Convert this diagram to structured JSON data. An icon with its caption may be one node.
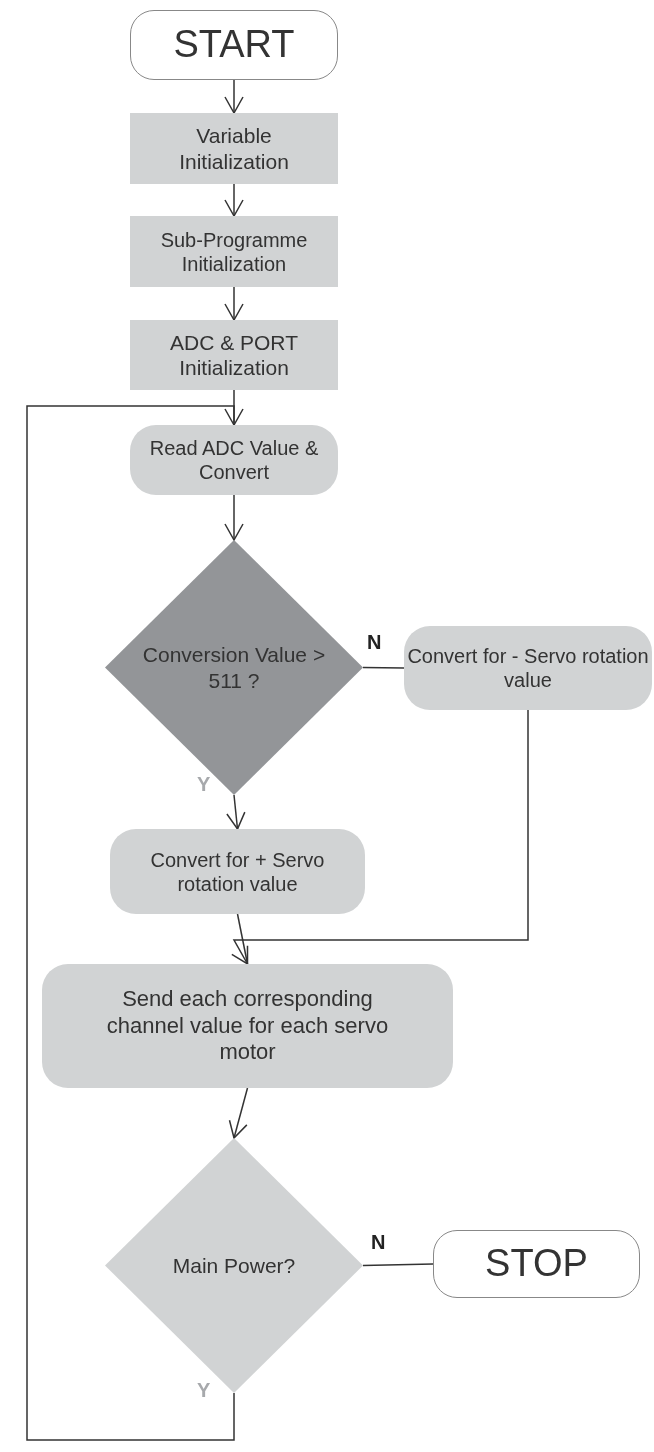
{
  "diagram": {
    "nodes": [
      {
        "text": [
          "START"
        ]
      },
      {
        "text": [
          "Variable Initialization"
        ]
      },
      {
        "text": [
          "Sub-Programme Initialization"
        ]
      },
      {
        "text": [
          "ADC & PORT Initialization"
        ]
      },
      {
        "text": [
          "Read ADC Value & Convert"
        ]
      },
      {
        "text": [
          "Conversion Value > 511 ?"
        ]
      },
      {
        "text": [
          "Convert for - Servo rotation value"
        ]
      },
      {
        "text": [
          "Convert for + Servo rotation value"
        ]
      },
      {
        "text": [
          "Send each corresponding channel value for each servo motor"
        ]
      },
      {
        "text": [
          "Main Power?"
        ]
      },
      {
        "text": [
          "STOP"
        ]
      }
    ],
    "edges": [
      {
        "from": 0,
        "to": 1,
        "arrow": "to"
      },
      {
        "from": 1,
        "to": 2,
        "arrow": "to"
      },
      {
        "from": 2,
        "to": 3,
        "arrow": "to"
      },
      {
        "from": 3,
        "to": 4,
        "arrow": "none"
      },
      {
        "from": 4,
        "to": 5,
        "arrow": "to"
      },
      {
        "from": 5,
        "to": 6,
        "label": "N",
        "arrow": "none"
      },
      {
        "from": 5,
        "to": 7,
        "label": "Y",
        "arrow": "to"
      },
      {
        "from": 6,
        "to": 8,
        "arrow": "to"
      },
      {
        "from": 7,
        "to": 8,
        "arrow": "none"
      },
      {
        "from": 8,
        "to": 9,
        "arrow": "to"
      },
      {
        "from": 9,
        "to": 10,
        "label": "N",
        "arrow": "none"
      },
      {
        "from": 9,
        "to": 4,
        "label": "Y",
        "arrow": "to"
      }
    ]
  }
}
